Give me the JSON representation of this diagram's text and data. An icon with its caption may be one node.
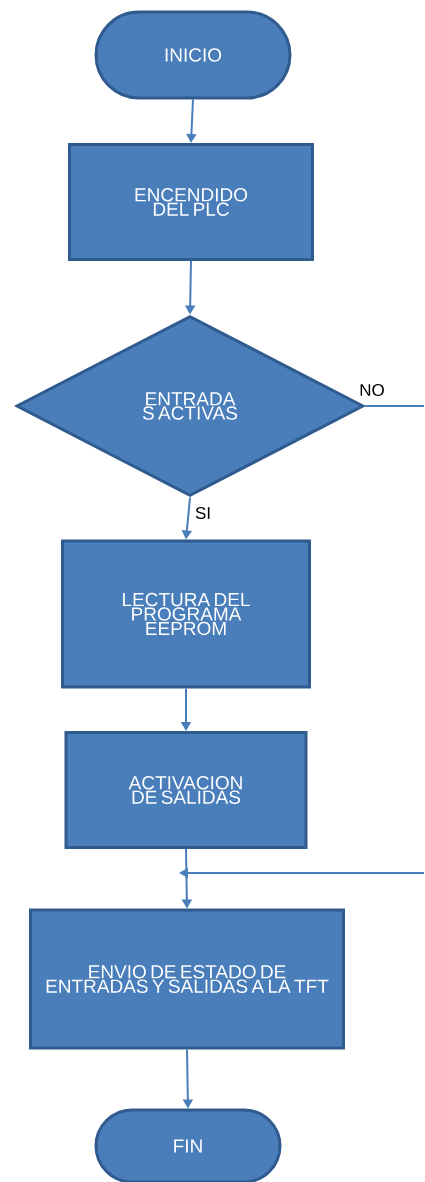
{
  "diagram": {
    "nodes": [
      {
        "text": [
          "INICIO"
        ]
      },
      {
        "text": [
          "ENCENDIDO DEL PLC"
        ]
      },
      {
        "text": [
          "ENTRADA S ACTIVAS"
        ]
      },
      {
        "text": [
          "LECTURA DEL PROGRAMA EEPROM"
        ]
      },
      {
        "text": [
          "ACTIVACION DE SALIDAS"
        ]
      },
      {
        "text": [
          "ENVIO DE ESTADO DE ENTRADAS Y SALIDAS A LA TFT"
        ]
      },
      {
        "text": [
          "FIN"
        ]
      }
    ],
    "edges": [
      {
        "from": 0,
        "to": 1,
        "arrow": "to"
      },
      {
        "from": 1,
        "to": 2,
        "arrow": "to"
      },
      {
        "from": 2,
        "to": 3,
        "arrow": "to",
        "label": "SI"
      },
      {
        "from": 2,
        "to": null,
        "arrow": "none",
        "label": "NO"
      },
      {
        "from": 3,
        "to": 4,
        "arrow": "to"
      },
      {
        "from": 4,
        "to": 5,
        "arrow": "to"
      },
      {
        "from": null,
        "to": 5,
        "arrow": "to"
      },
      {
        "from": 5,
        "to": 6,
        "arrow": "to"
      }
    ]
  }
}
